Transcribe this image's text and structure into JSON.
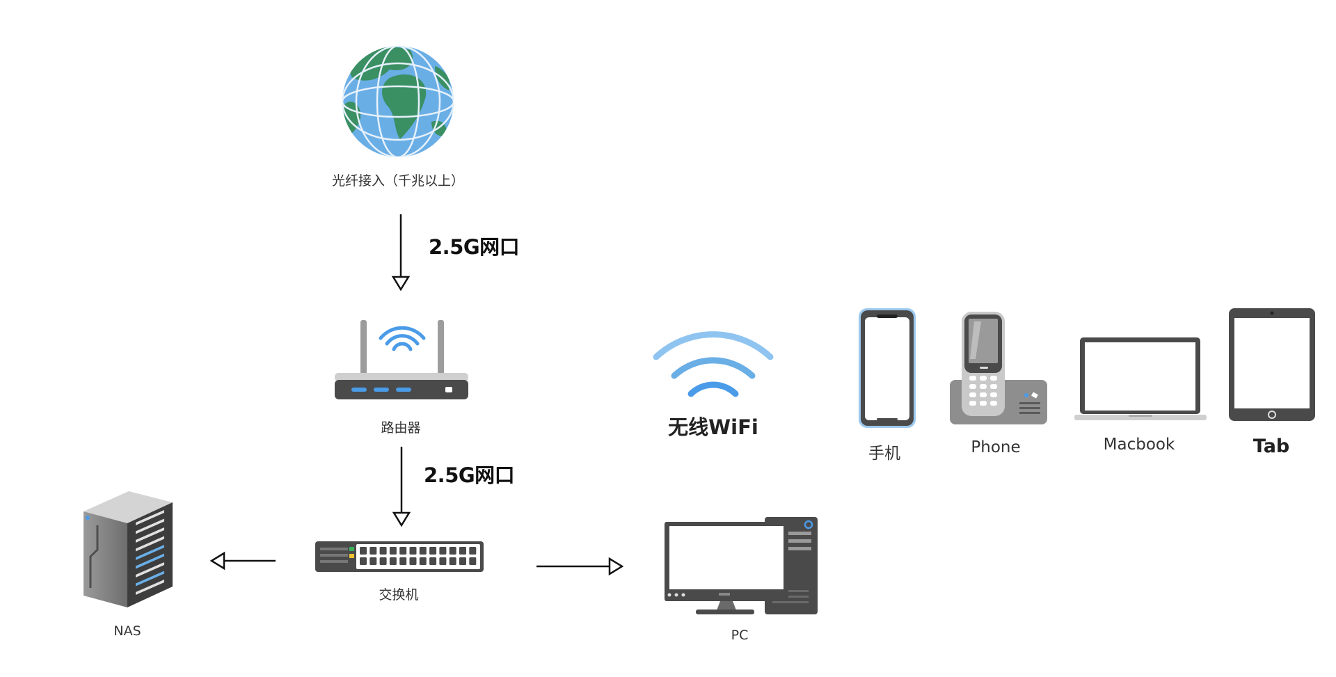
{
  "nodes": {
    "internet": {
      "label": "光纤接入（千兆以上）",
      "icon": "globe-icon"
    },
    "router": {
      "label": "路由器",
      "icon": "router-icon"
    },
    "switch": {
      "label": "交换机",
      "icon": "network-switch-icon"
    },
    "nas": {
      "label": "NAS",
      "icon": "server-icon"
    },
    "pc": {
      "label": "PC",
      "icon": "desktop-computer-icon"
    },
    "wifi": {
      "label": "无线WiFi",
      "icon": "wifi-icon"
    },
    "phone_mobile": {
      "label": "手机",
      "icon": "smartphone-icon"
    },
    "phone_cordless": {
      "label": "Phone",
      "icon": "cordless-phone-icon"
    },
    "laptop": {
      "label": "Macbook",
      "icon": "laptop-icon"
    },
    "tablet": {
      "label": "Tab",
      "icon": "tablet-icon"
    }
  },
  "edges": {
    "internet_router": {
      "label": "2.5G网口"
    },
    "router_switch": {
      "label": "2.5G网口"
    }
  },
  "colors": {
    "globe_ocean": "#6aaee6",
    "globe_land": "#3a8f63",
    "device_dark": "#4a4a4a",
    "accent_blue": "#4a9be8",
    "wifi_light": "#8fc4f0"
  }
}
